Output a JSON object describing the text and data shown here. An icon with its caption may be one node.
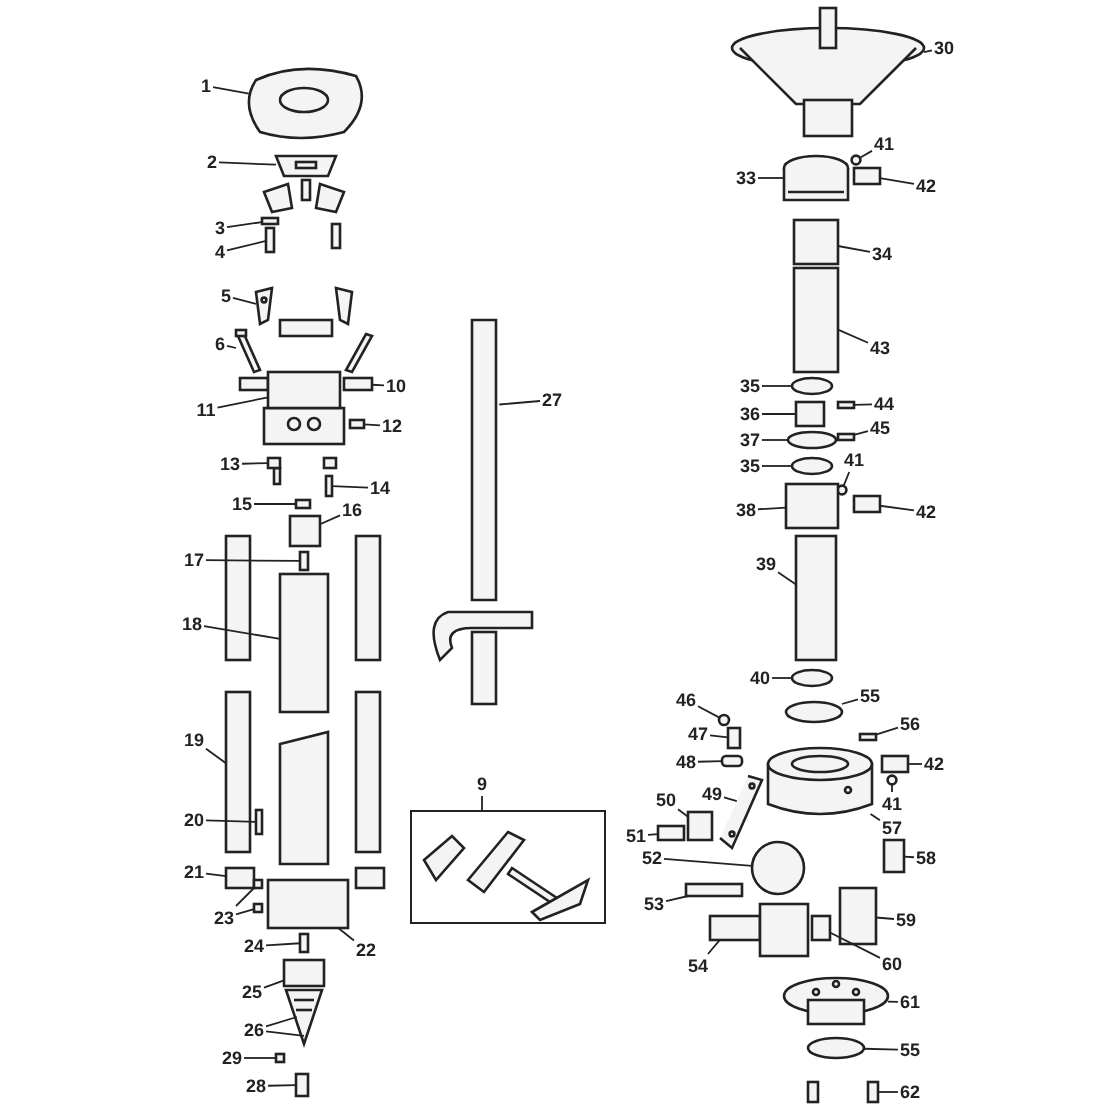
{
  "diagram": {
    "nodes": [
      {
        "text": [
          "1"
        ]
      },
      {
        "text": [
          "2"
        ]
      },
      {
        "text": [
          "3"
        ]
      },
      {
        "text": [
          "4"
        ]
      },
      {
        "text": [
          "5"
        ]
      },
      {
        "text": [
          "6"
        ]
      },
      {
        "text": [
          "10"
        ]
      },
      {
        "text": [
          "11"
        ]
      },
      {
        "text": [
          "12"
        ]
      },
      {
        "text": [
          "13"
        ]
      },
      {
        "text": [
          "14"
        ]
      },
      {
        "text": [
          "15"
        ]
      },
      {
        "text": [
          "16"
        ]
      },
      {
        "text": [
          "17"
        ]
      },
      {
        "text": [
          "18"
        ]
      },
      {
        "text": [
          "19"
        ]
      },
      {
        "text": [
          "20"
        ]
      },
      {
        "text": [
          "21"
        ]
      },
      {
        "text": [
          "22"
        ]
      },
      {
        "text": [
          "23"
        ]
      },
      {
        "text": [
          "24"
        ]
      },
      {
        "text": [
          "25"
        ]
      },
      {
        "text": [
          "26"
        ]
      },
      {
        "text": [
          "27"
        ]
      },
      {
        "text": [
          "28"
        ]
      },
      {
        "text": [
          "29"
        ]
      },
      {
        "text": [
          "9"
        ]
      },
      {
        "text": [],
        "shape": "box"
      },
      {
        "text": [
          "30"
        ]
      },
      {
        "text": [
          "41"
        ]
      },
      {
        "text": [
          "42"
        ]
      },
      {
        "text": [
          "33"
        ]
      },
      {
        "text": [
          "34"
        ]
      },
      {
        "text": [
          "43"
        ]
      },
      {
        "text": [
          "35"
        ]
      },
      {
        "text": [
          "36"
        ]
      },
      {
        "text": [
          "44"
        ]
      },
      {
        "text": [
          "37"
        ]
      },
      {
        "text": [
          "45"
        ]
      },
      {
        "text": [
          "35"
        ]
      },
      {
        "text": [
          "41"
        ]
      },
      {
        "text": [
          "42"
        ]
      },
      {
        "text": [
          "38"
        ]
      },
      {
        "text": [
          "39"
        ]
      },
      {
        "text": [
          "40"
        ]
      },
      {
        "text": [
          "46"
        ]
      },
      {
        "text": [
          "55"
        ]
      },
      {
        "text": [
          "47"
        ]
      },
      {
        "text": [
          "56"
        ]
      },
      {
        "text": [
          "48"
        ]
      },
      {
        "text": [
          "42"
        ]
      },
      {
        "text": [
          "41"
        ]
      },
      {
        "text": [
          "49"
        ]
      },
      {
        "text": [
          "50"
        ]
      },
      {
        "text": [
          "57"
        ]
      },
      {
        "text": [
          "51"
        ]
      },
      {
        "text": [
          "58"
        ]
      },
      {
        "text": [
          "52"
        ]
      },
      {
        "text": [
          "53"
        ]
      },
      {
        "text": [
          "59"
        ]
      },
      {
        "text": [
          "54"
        ]
      },
      {
        "text": [
          "60"
        ]
      },
      {
        "text": [
          "61"
        ]
      },
      {
        "text": [
          "55"
        ]
      },
      {
        "text": [
          "62"
        ]
      },
      {
        "text": [],
        "shape": "picture"
      },
      {
        "text": [],
        "shape": "picture"
      },
      {
        "text": [],
        "shape": "box"
      },
      {
        "text": [],
        "shape": "box"
      },
      {
        "text": [],
        "shape": "picture"
      },
      {
        "text": [],
        "shape": "picture"
      },
      {
        "text": [],
        "shape": "box"
      },
      {
        "text": [],
        "shape": "box"
      },
      {
        "text": [],
        "shape": "box"
      },
      {
        "text": [],
        "shape": "box"
      },
      {
        "text": [],
        "shape": "box"
      },
      {
        "text": [],
        "shape": "box"
      },
      {
        "text": [],
        "shape": "box"
      },
      {
        "text": [],
        "shape": "box"
      },
      {
        "text": [],
        "shape": "box"
      },
      {
        "text": [],
        "shape": "box"
      },
      {
        "text": [],
        "shape": "box"
      },
      {
        "text": [],
        "shape": "box"
      },
      {
        "text": [],
        "shape": "box"
      },
      {
        "text": [],
        "shape": "box"
      },
      {
        "text": [],
        "shape": "box"
      },
      {
        "text": [],
        "shape": "box"
      },
      {
        "text": [],
        "shape": "box"
      },
      {
        "text": [],
        "shape": "picture"
      },
      {
        "text": [],
        "shape": "picture"
      },
      {
        "text": [],
        "shape": "box"
      },
      {
        "text": [],
        "shape": "box"
      },
      {
        "text": [],
        "shape": "picture"
      },
      {
        "text": [],
        "shape": "circle"
      },
      {
        "text": [],
        "shape": "box"
      },
      {
        "text": [],
        "shape": "picture"
      },
      {
        "text": [],
        "shape": "box"
      },
      {
        "text": [],
        "shape": "box"
      },
      {
        "text": [],
        "shape": "circle"
      },
      {
        "text": [],
        "shape": "box"
      },
      {
        "text": [],
        "shape": "box"
      },
      {
        "text": [],
        "shape": "circle"
      },
      {
        "text": [],
        "shape": "box"
      },
      {
        "text": [],
        "shape": "circle"
      },
      {
        "text": [],
        "shape": "circle"
      },
      {
        "text": [],
        "shape": "box"
      },
      {
        "text": [],
        "shape": "box"
      },
      {
        "text": [],
        "shape": "box"
      },
      {
        "text": [],
        "shape": "circle"
      },
      {
        "text": [],
        "shape": "circle"
      },
      {
        "text": [],
        "shape": "circle"
      },
      {
        "text": [],
        "shape": "box"
      },
      {
        "text": [],
        "shape": "box"
      },
      {
        "text": [],
        "shape": "box"
      },
      {
        "text": [],
        "shape": "box"
      },
      {
        "text": [],
        "shape": "circle"
      },
      {
        "text": [],
        "shape": "picture"
      },
      {
        "text": [],
        "shape": "box"
      },
      {
        "text": [],
        "shape": "picture"
      },
      {
        "text": [],
        "shape": "box"
      },
      {
        "text": [],
        "shape": "box"
      },
      {
        "text": [],
        "shape": "circle"
      },
      {
        "text": [],
        "shape": "box"
      },
      {
        "text": [],
        "shape": "box"
      },
      {
        "text": [],
        "shape": "picture"
      },
      {
        "text": [],
        "shape": "box"
      },
      {
        "text": [],
        "shape": "picture"
      },
      {
        "text": [],
        "shape": "circle"
      },
      {
        "text": [],
        "shape": "box"
      }
    ],
    "edges": [
      {
        "from": 0,
        "to": 65,
        "arrow": "none"
      },
      {
        "from": 1,
        "to": 66,
        "arrow": "none"
      },
      {
        "from": 2,
        "to": 67,
        "arrow": "none"
      },
      {
        "from": 3,
        "to": 68,
        "arrow": "none"
      },
      {
        "from": 4,
        "to": 69,
        "arrow": "none"
      },
      {
        "from": 5,
        "to": 70,
        "arrow": "none"
      },
      {
        "from": 6,
        "to": 71,
        "arrow": "none"
      },
      {
        "from": 7,
        "to": 72,
        "arrow": "none"
      },
      {
        "from": 8,
        "to": 73,
        "arrow": "none"
      },
      {
        "from": 9,
        "to": 74,
        "arrow": "none"
      },
      {
        "from": 10,
        "to": 75,
        "arrow": "none"
      },
      {
        "from": 11,
        "to": 76,
        "arrow": "none"
      },
      {
        "from": 12,
        "to": 77,
        "arrow": "none"
      },
      {
        "from": 13,
        "to": 78,
        "arrow": "none"
      },
      {
        "from": 14,
        "to": 79,
        "arrow": "none"
      },
      {
        "from": 15,
        "to": 80,
        "arrow": "none"
      },
      {
        "from": 16,
        "to": 81,
        "arrow": "none"
      },
      {
        "from": 17,
        "to": 82,
        "arrow": "none"
      },
      {
        "from": 18,
        "to": 83,
        "arrow": "none"
      },
      {
        "from": 19,
        "to": 84,
        "arrow": "none"
      },
      {
        "from": 19,
        "to": 85,
        "arrow": "none"
      },
      {
        "from": 20,
        "to": 86,
        "arrow": "none"
      },
      {
        "from": 21,
        "to": 87,
        "arrow": "none"
      },
      {
        "from": 22,
        "to": 88,
        "arrow": "none"
      },
      {
        "from": 22,
        "to": 88,
        "arrow": "none"
      },
      {
        "from": 23,
        "to": 89,
        "arrow": "none"
      },
      {
        "from": 24,
        "to": 90,
        "arrow": "none"
      },
      {
        "from": 25,
        "to": 91,
        "arrow": "none"
      },
      {
        "from": 26,
        "to": 27,
        "arrow": "none"
      },
      {
        "from": 28,
        "to": 92,
        "arrow": "none"
      },
      {
        "from": 29,
        "to": 93,
        "arrow": "none"
      },
      {
        "from": 30,
        "to": 94,
        "arrow": "none"
      },
      {
        "from": 31,
        "to": 95,
        "arrow": "none"
      },
      {
        "from": 32,
        "to": 96,
        "arrow": "none"
      },
      {
        "from": 33,
        "to": 97,
        "arrow": "none"
      },
      {
        "from": 34,
        "to": 98,
        "arrow": "none"
      },
      {
        "from": 35,
        "to": 99,
        "arrow": "none"
      },
      {
        "from": 36,
        "to": 100,
        "arrow": "none"
      },
      {
        "from": 37,
        "to": 101,
        "arrow": "none"
      },
      {
        "from": 38,
        "to": 102,
        "arrow": "none"
      },
      {
        "from": 39,
        "to": 103,
        "arrow": "none"
      },
      {
        "from": 40,
        "to": 104,
        "arrow": "none"
      },
      {
        "from": 41,
        "to": 105,
        "arrow": "none"
      },
      {
        "from": 42,
        "to": 106,
        "arrow": "none"
      },
      {
        "from": 43,
        "to": 107,
        "arrow": "none"
      },
      {
        "from": 44,
        "to": 108,
        "arrow": "none"
      },
      {
        "from": 45,
        "to": 109,
        "arrow": "none"
      },
      {
        "from": 46,
        "to": 110,
        "arrow": "none"
      },
      {
        "from": 47,
        "to": 111,
        "arrow": "none"
      },
      {
        "from": 48,
        "to": 112,
        "arrow": "none"
      },
      {
        "from": 49,
        "to": 113,
        "arrow": "none"
      },
      {
        "from": 50,
        "to": 114,
        "arrow": "none"
      },
      {
        "from": 51,
        "to": 115,
        "arrow": "none"
      },
      {
        "from": 52,
        "to": 116,
        "arrow": "none"
      },
      {
        "from": 53,
        "to": 117,
        "arrow": "none"
      },
      {
        "from": 54,
        "to": 118,
        "arrow": "none"
      },
      {
        "from": 55,
        "to": 119,
        "arrow": "none"
      },
      {
        "from": 56,
        "to": 120,
        "arrow": "none"
      },
      {
        "from": 57,
        "to": 121,
        "arrow": "none"
      },
      {
        "from": 58,
        "to": 122,
        "arrow": "none"
      },
      {
        "from": 59,
        "to": 123,
        "arrow": "none"
      },
      {
        "from": 60,
        "to": 124,
        "arrow": "none"
      },
      {
        "from": 61,
        "to": 125,
        "arrow": "none"
      },
      {
        "from": 62,
        "to": 126,
        "arrow": "none"
      },
      {
        "from": 63,
        "to": 127,
        "arrow": "none"
      },
      {
        "from": 64,
        "to": 128,
        "arrow": "none"
      }
    ]
  }
}
